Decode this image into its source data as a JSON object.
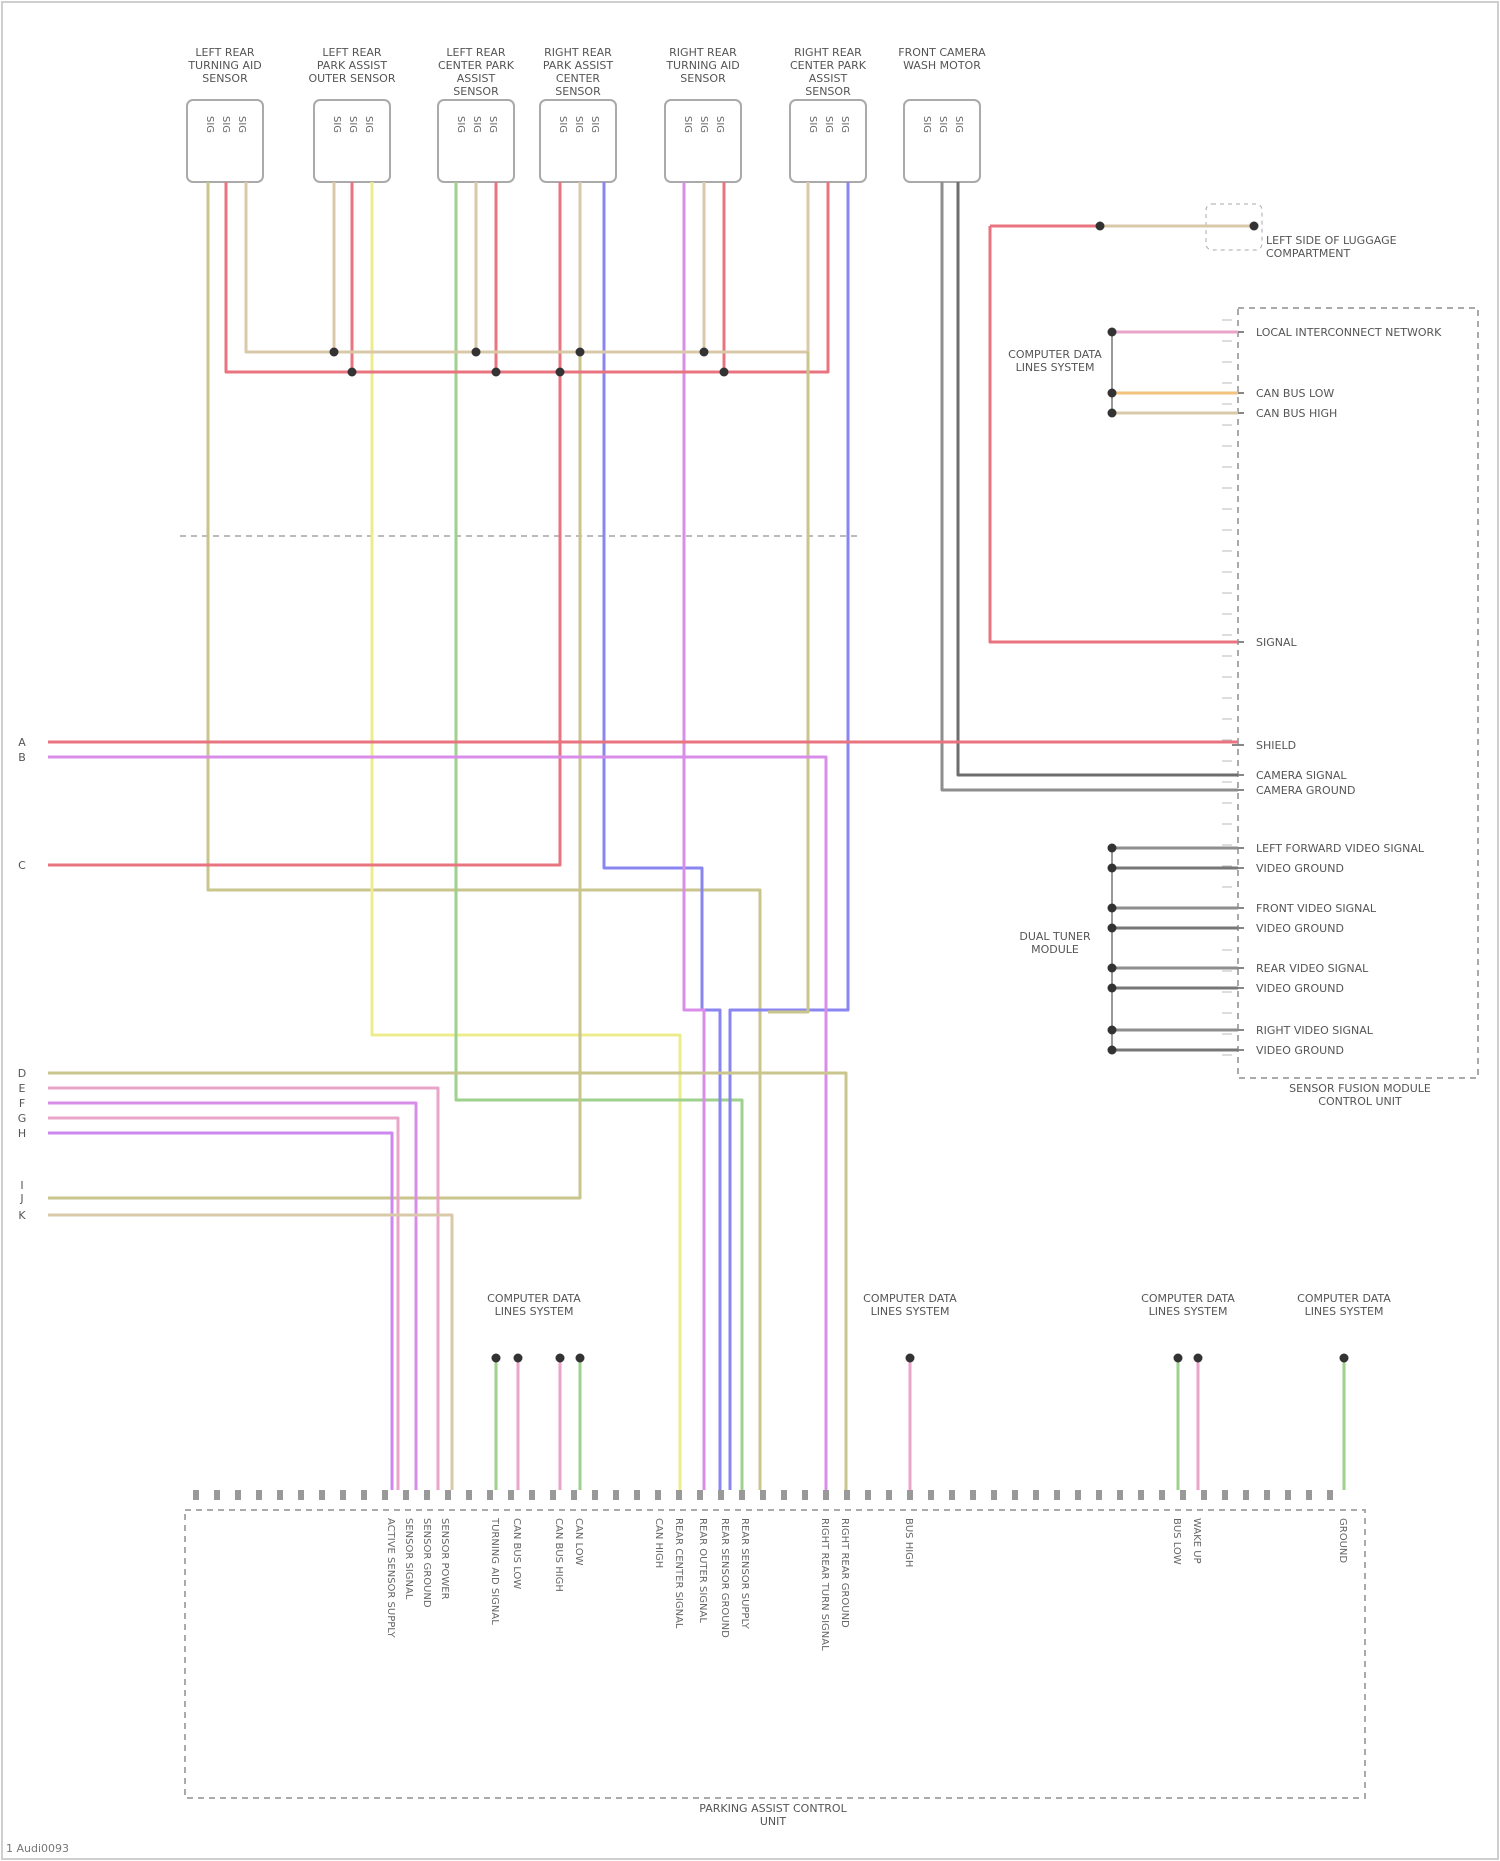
{
  "diagram": {
    "sensors": [
      "LEFT REAR TURNING AID SENSOR",
      "LEFT REAR PARK ASSIST OUTER SENSOR",
      "LEFT REAR CENTER PARK ASSIST SENSOR",
      "RIGHT REAR PARK ASSIST CENTER SENSOR",
      "RIGHT REAR TURNING AID SENSOR",
      "RIGHT REAR CENTER PARK ASSIST SENSOR",
      "FRONT CAMERA WASH MOTOR"
    ],
    "top_right_splice": [
      "LEFT SIDE OF LUGGAGE COMPARTMENT"
    ],
    "rear_module_pins": [
      "LOCAL INTERCONNECT NETWORK",
      "CAN BUS LOW",
      "CAN BUS HIGH",
      "SIGNAL",
      "SHIELD",
      "CAMERA SIGNAL",
      "CAMERA GROUND",
      "LEFT FORWARD VIDEO SIGNAL",
      "VIDEO GROUND",
      "FRONT VIDEO SIGNAL",
      "VIDEO GROUND",
      "REAR VIDEO SIGNAL",
      "VIDEO GROUND",
      "RIGHT VIDEO SIGNAL",
      "VIDEO GROUND"
    ],
    "rear_module_name": "SENSOR FUSION MODULE CONTROL UNIT",
    "computer_data_lines_label": "COMPUTER DATA LINES SYSTEM",
    "dual_tuner_label": "DUAL TUNER MODULE",
    "bottom_module_name": "PARKING ASSIST CONTROL UNIT",
    "bottom_module_pins": [
      "ACTIVE SENSOR SUPPLY",
      "SENSOR SIGNAL",
      "SENSOR GROUND",
      "SENSOR POWER",
      "TURNING AID SIGNAL",
      "CAN BUS LOW",
      "CAN BUS HIGH",
      "CAN LOW",
      "CAN HIGH",
      "REAR CENTER SIGNAL",
      "REAR OUTER SIGNAL",
      "REAR SENSOR GROUND",
      "REAR SENSOR SUPPLY",
      "RIGHT REAR TURN SIGNAL",
      "RIGHT REAR GROUND",
      "BUS HIGH",
      "BUS LOW",
      "WAKE UP",
      "GROUND"
    ],
    "bottom_data_groups": [
      "COMPUTER DATA LINES SYSTEM",
      "COMPUTER DATA LINES SYSTEM",
      "COMPUTER DATA LINES SYSTEM",
      "COMPUTER DATA LINES SYSTEM"
    ],
    "left_feeds": [
      "A",
      "B",
      "C",
      "D",
      "E",
      "F",
      "G",
      "H",
      "I",
      "J",
      "K"
    ],
    "footer_code": "1 Audi0093"
  },
  "colors": {
    "red": "#e8747f",
    "pink": "#e9a4c9",
    "magenta": "#d98de8",
    "violet": "#cc88f0",
    "blue": "#8a86f0",
    "green": "#9ed08e",
    "yellow": "#ecec8e",
    "olive": "#c9c58c",
    "gray": "#8e8e8e",
    "orange": "#f2c27e",
    "tan": "#d9c9a8"
  }
}
